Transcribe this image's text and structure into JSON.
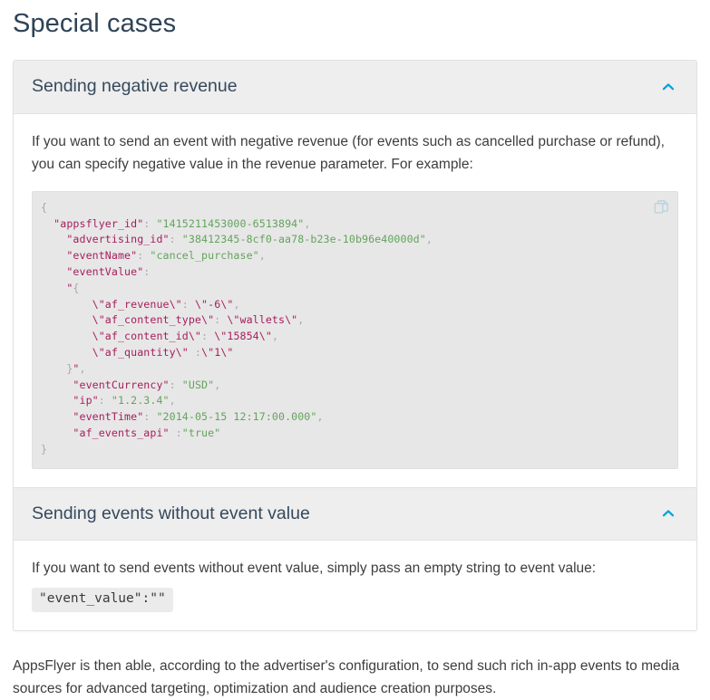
{
  "page": {
    "title": "Special cases"
  },
  "accordion": {
    "panels": [
      {
        "title": "Sending negative revenue",
        "toggle_icon": "chevron-up-icon",
        "intro": "If you want to send an event with negative revenue (for events such as cancelled purchase or refund), you can specify negative value in the revenue parameter. For example:",
        "copy_icon": "copy-icon",
        "code_lines": [
          [
            {
              "t": "{",
              "c": "p"
            }
          ],
          [
            {
              "t": "  ",
              "c": "p"
            },
            {
              "t": "\"appsflyer_id\"",
              "c": "k"
            },
            {
              "t": ": ",
              "c": "p"
            },
            {
              "t": "\"1415211453000-6513894\"",
              "c": "s"
            },
            {
              "t": ",",
              "c": "p"
            }
          ],
          [
            {
              "t": "    ",
              "c": "p"
            },
            {
              "t": "\"advertising_id\"",
              "c": "k"
            },
            {
              "t": ": ",
              "c": "p"
            },
            {
              "t": "\"38412345-8cf0-aa78-b23e-10b96e40000d\"",
              "c": "s"
            },
            {
              "t": ",",
              "c": "p"
            }
          ],
          [
            {
              "t": "    ",
              "c": "p"
            },
            {
              "t": "\"eventName\"",
              "c": "k"
            },
            {
              "t": ": ",
              "c": "p"
            },
            {
              "t": "\"cancel_purchase\"",
              "c": "s"
            },
            {
              "t": ",",
              "c": "p"
            }
          ],
          [
            {
              "t": "    ",
              "c": "p"
            },
            {
              "t": "\"eventValue\"",
              "c": "k"
            },
            {
              "t": ":",
              "c": "p"
            }
          ],
          [
            {
              "t": "    ",
              "c": "p"
            },
            {
              "t": "\"",
              "c": "k"
            },
            {
              "t": "{",
              "c": "p"
            }
          ],
          [
            {
              "t": "        ",
              "c": "p"
            },
            {
              "t": "\\\"af_revenue\\\"",
              "c": "k"
            },
            {
              "t": ": ",
              "c": "p"
            },
            {
              "t": "\\\"",
              "c": "k"
            },
            {
              "t": "-6",
              "c": "n"
            },
            {
              "t": "\\\"",
              "c": "k"
            },
            {
              "t": ",",
              "c": "p"
            }
          ],
          [
            {
              "t": "        ",
              "c": "p"
            },
            {
              "t": "\\\"af_content_type\\\"",
              "c": "k"
            },
            {
              "t": ": ",
              "c": "p"
            },
            {
              "t": "\\\"wallets\\\"",
              "c": "k"
            },
            {
              "t": ",",
              "c": "p"
            }
          ],
          [
            {
              "t": "        ",
              "c": "p"
            },
            {
              "t": "\\\"af_content_id\\\"",
              "c": "k"
            },
            {
              "t": ": ",
              "c": "p"
            },
            {
              "t": "\\\"",
              "c": "k"
            },
            {
              "t": "15854",
              "c": "n"
            },
            {
              "t": "\\\"",
              "c": "k"
            },
            {
              "t": ",",
              "c": "p"
            }
          ],
          [
            {
              "t": "        ",
              "c": "p"
            },
            {
              "t": "\\\"af_quantity\\\"",
              "c": "k"
            },
            {
              "t": " :",
              "c": "p"
            },
            {
              "t": "\\\"",
              "c": "k"
            },
            {
              "t": "1",
              "c": "n"
            },
            {
              "t": "\\\"",
              "c": "k"
            }
          ],
          [
            {
              "t": "    ",
              "c": "p"
            },
            {
              "t": "}",
              "c": "p"
            },
            {
              "t": "\"",
              "c": "k"
            },
            {
              "t": ",",
              "c": "p"
            }
          ],
          [
            {
              "t": "     ",
              "c": "p"
            },
            {
              "t": "\"eventCurrency\"",
              "c": "k"
            },
            {
              "t": ": ",
              "c": "p"
            },
            {
              "t": "\"USD\"",
              "c": "s"
            },
            {
              "t": ",",
              "c": "p"
            }
          ],
          [
            {
              "t": "     ",
              "c": "p"
            },
            {
              "t": "\"ip\"",
              "c": "k"
            },
            {
              "t": ": ",
              "c": "p"
            },
            {
              "t": "\"1.2.3.4\"",
              "c": "s"
            },
            {
              "t": ",",
              "c": "p"
            }
          ],
          [
            {
              "t": "     ",
              "c": "p"
            },
            {
              "t": "\"eventTime\"",
              "c": "k"
            },
            {
              "t": ": ",
              "c": "p"
            },
            {
              "t": "\"2014-05-15 12:17:00.000\"",
              "c": "s"
            },
            {
              "t": ",",
              "c": "p"
            }
          ],
          [
            {
              "t": "     ",
              "c": "p"
            },
            {
              "t": "\"af_events_api\"",
              "c": "k"
            },
            {
              "t": " :",
              "c": "p"
            },
            {
              "t": "\"true\"",
              "c": "s"
            }
          ],
          [
            {
              "t": "}",
              "c": "p"
            }
          ]
        ]
      },
      {
        "title": "Sending events without event value",
        "toggle_icon": "chevron-up-icon",
        "intro": "If you want to send events without event value, simply pass an empty string to event value:",
        "inline_code": "\"event_value\":\"\""
      }
    ]
  },
  "outro": "AppsFlyer is then able, according to the advertiser's configuration, to send such rich in-app events to media sources for advanced targeting, optimization and audience creation purposes.",
  "colors": {
    "title": "#2f4355",
    "accent": "#00a3e0",
    "header_bg": "#eeeeee",
    "code_bg": "#e7e7e7",
    "code_key": "#a71d5d",
    "code_string": "#63a35c",
    "copy_icon": "#b9d3e0"
  }
}
